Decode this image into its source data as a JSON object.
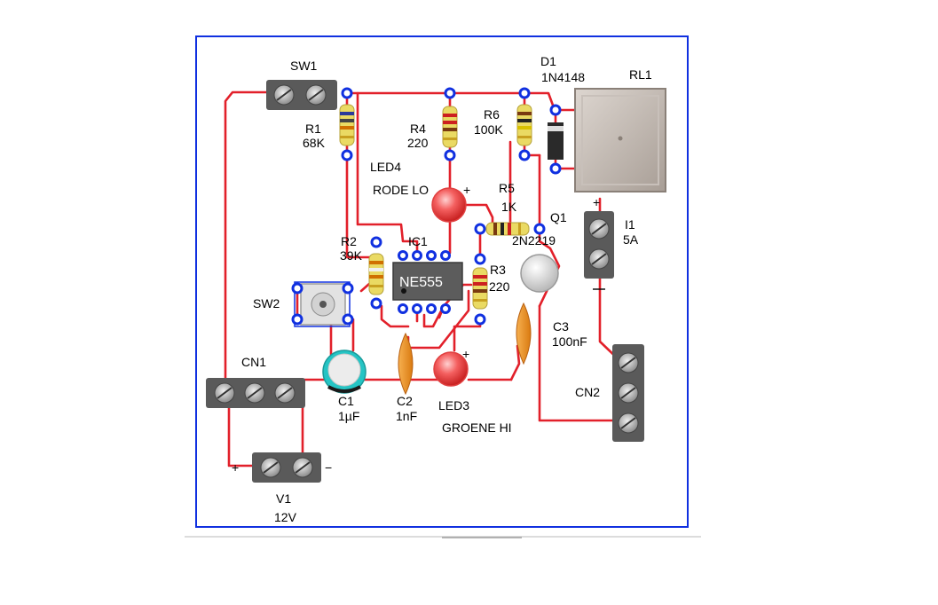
{
  "components": {
    "sw1": {
      "ref": "SW1"
    },
    "r1": {
      "ref": "R1",
      "value": "68K"
    },
    "r4": {
      "ref": "R4",
      "value": "220"
    },
    "r6": {
      "ref": "R6",
      "value": "100K"
    },
    "d1": {
      "ref": "D1",
      "value": "1N4148"
    },
    "rl1": {
      "ref": "RL1"
    },
    "led4": {
      "ref": "LED4",
      "value": "RODE LO",
      "polarity": "+"
    },
    "r5": {
      "ref": "R5",
      "value": "1K"
    },
    "q1": {
      "ref": "Q1",
      "value": "2N2219"
    },
    "r2": {
      "ref": "R2",
      "value": "39K"
    },
    "ic1": {
      "ref": "IC1",
      "value": "NE555"
    },
    "r3": {
      "ref": "R3",
      "value": "220"
    },
    "i1": {
      "ref": "I1",
      "value": "5A",
      "polarity": "+"
    },
    "sw2": {
      "ref": "SW2"
    },
    "c3": {
      "ref": "C3",
      "value": "100nF"
    },
    "cn1": {
      "ref": "CN1"
    },
    "c1": {
      "ref": "C1",
      "value": "1µF"
    },
    "c2": {
      "ref": "C2",
      "value": "1nF"
    },
    "led3": {
      "ref": "LED3",
      "value": "GROENE HI",
      "polarity": "+"
    },
    "cn2": {
      "ref": "CN2"
    },
    "v1": {
      "ref": "V1",
      "value": "12V",
      "plus": "+",
      "minus": "−"
    }
  },
  "colors": {
    "border": "#1030e0",
    "trace": "#e2202a",
    "pad": "#1030e0",
    "terminal_block": "#5a5a5a",
    "led": "#f24a4a",
    "capacitor_ceramic": "#ee8a1a",
    "capacitor_electrolytic": "#25c4c4",
    "relay": "#b8aea8"
  }
}
